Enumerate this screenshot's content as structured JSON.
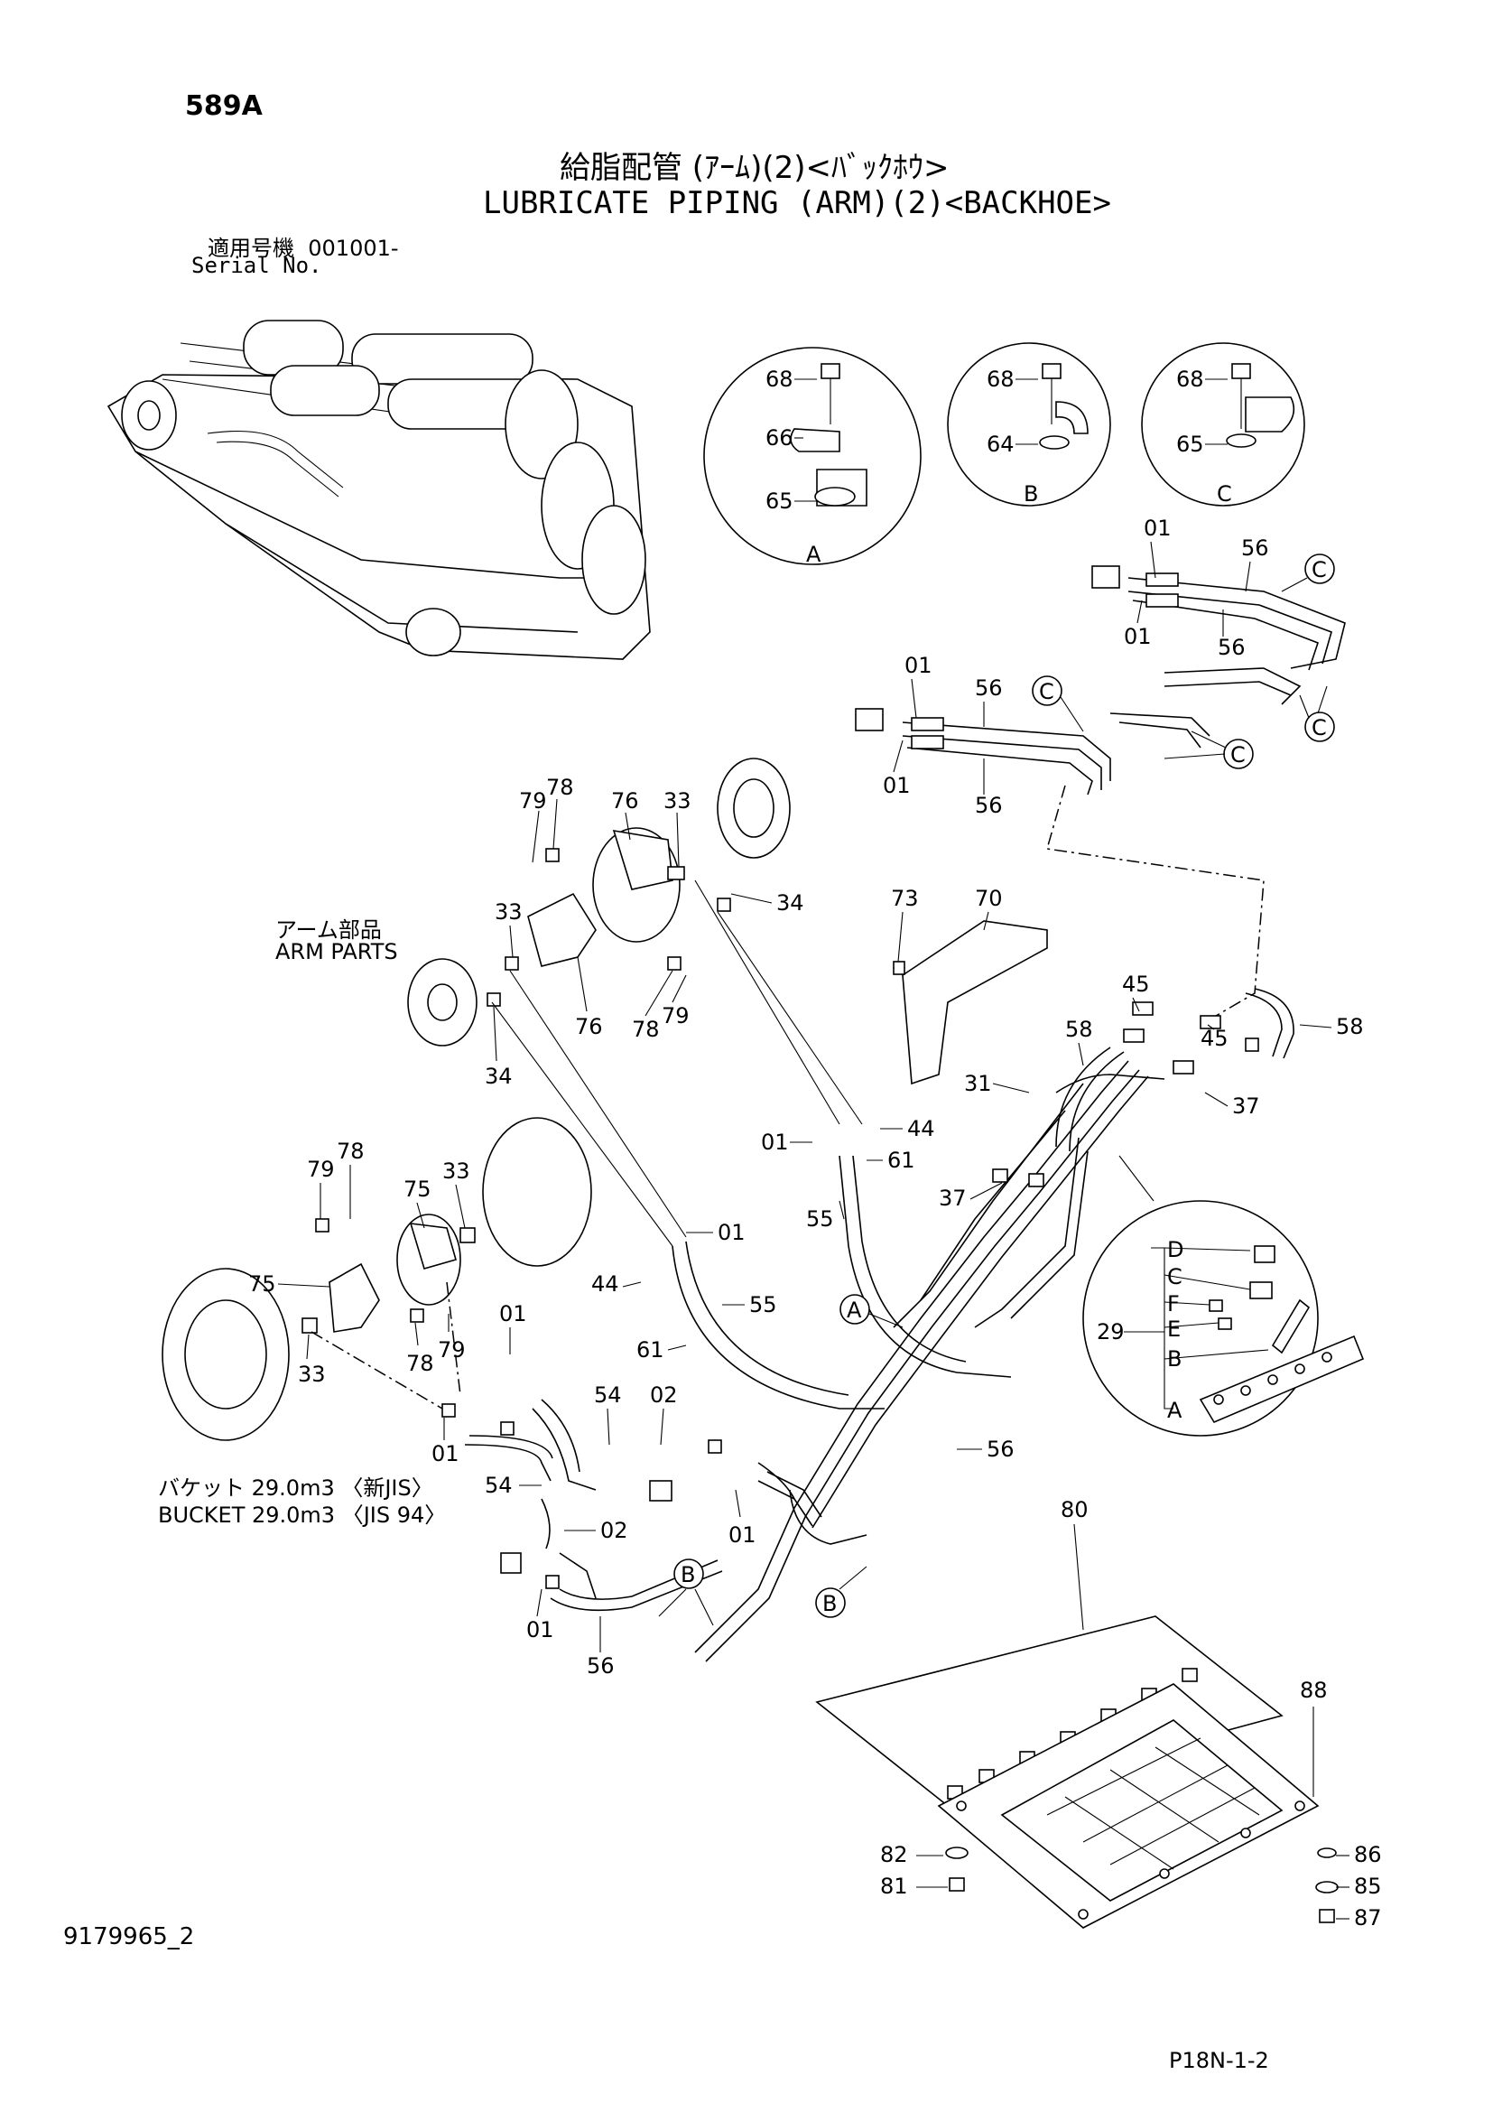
{
  "header": {
    "page_code": "589A",
    "title_jp": "給脂配管 (ｱｰﾑ)(2)<ﾊﾞｯｸﾎｳ>",
    "title_en": "LUBRICATE PIPING (ARM)(2)<BACKHOE>",
    "serial_label_jp": "適用号機",
    "serial_value": "001001-",
    "serial_label_en": "Serial No."
  },
  "captions": {
    "arm_jp": "アーム部品",
    "arm_en": "ARM PARTS",
    "bucket_jp": "バケット 29.0m3 〈新JIS〉",
    "bucket_en": "BUCKET 29.0m3 〈JIS 94〉"
  },
  "details": {
    "A": {
      "letter": "A",
      "parts": [
        "68",
        "66",
        "65"
      ]
    },
    "B": {
      "letter": "B",
      "parts": [
        "68",
        "64"
      ]
    },
    "C": {
      "letter": "C",
      "parts": [
        "68",
        "65"
      ]
    }
  },
  "assembly_29": {
    "number": "29",
    "sub": [
      "D",
      "C",
      "F",
      "E",
      "B",
      "A"
    ]
  },
  "callouts": {
    "c01a": "01",
    "c01b": "01",
    "c56a": "56",
    "c56b": "56",
    "c01c": "01",
    "c01d": "01",
    "c56c": "56",
    "c56d": "56",
    "c79a": "79",
    "c78a": "78",
    "c76a": "76",
    "c33a": "33",
    "c34a": "34",
    "c33b": "33",
    "c76b": "76",
    "c78b": "78",
    "c79b": "79",
    "c34b": "34",
    "c73": "73",
    "c70": "70",
    "c45a": "45",
    "c45b": "45",
    "c58a": "58",
    "c58b": "58",
    "c31": "31",
    "c37a": "37",
    "c37b": "37",
    "c01e": "01",
    "c44a": "44",
    "c61a": "61",
    "c55a": "55",
    "c79c": "79",
    "c78c": "78",
    "c75a": "75",
    "c33c": "33",
    "c75b": "75",
    "c78d": "78",
    "c79d": "79",
    "c33d": "33",
    "c44b": "44",
    "c01f": "01",
    "c55b": "55",
    "c61b": "61",
    "c01g": "01",
    "c54a": "54",
    "c02a": "02",
    "c01h": "01",
    "c54b": "54",
    "c02b": "02",
    "c01i": "01",
    "c01j": "01",
    "c56e": "56",
    "c56f": "56",
    "c80": "80",
    "c88": "88",
    "c82": "82",
    "c81": "81",
    "c86": "86",
    "c85": "85",
    "c87": "87"
  },
  "circle_refs": {
    "cA": "A",
    "cB1": "B",
    "cB2": "B",
    "cC1": "C",
    "cC2": "C",
    "cC3": "C",
    "cC4": "C"
  },
  "footer": {
    "doc_number": "9179965_2",
    "page_ref": "P18N-1-2"
  }
}
